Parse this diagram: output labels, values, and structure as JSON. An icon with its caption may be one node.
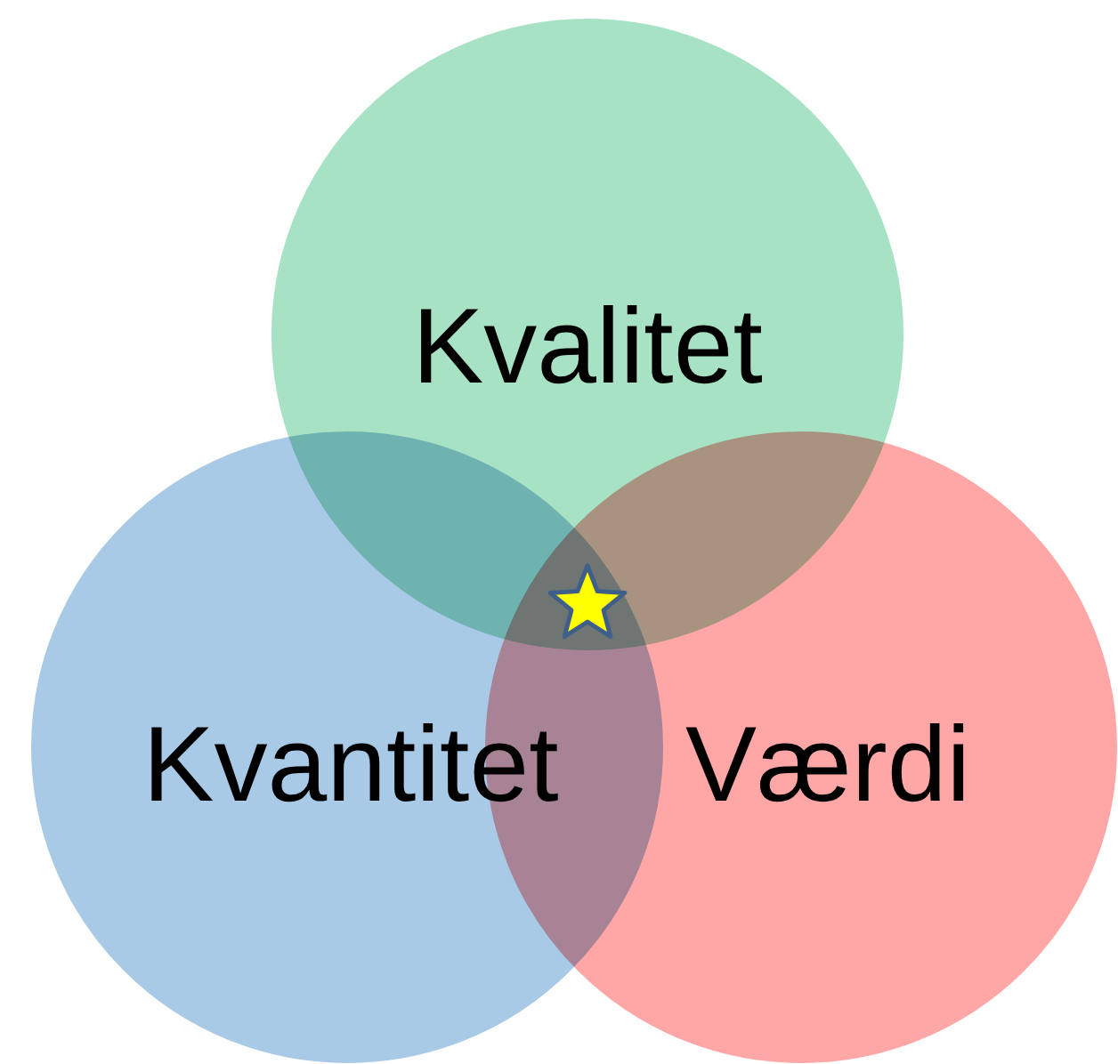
{
  "diagram": {
    "nodes": [
      {
        "text": [
          "Kvalitet"
        ]
      },
      {
        "text": [
          "Kvantitet"
        ]
      },
      {
        "text": [
          "Værdi"
        ]
      }
    ],
    "edges": []
  }
}
